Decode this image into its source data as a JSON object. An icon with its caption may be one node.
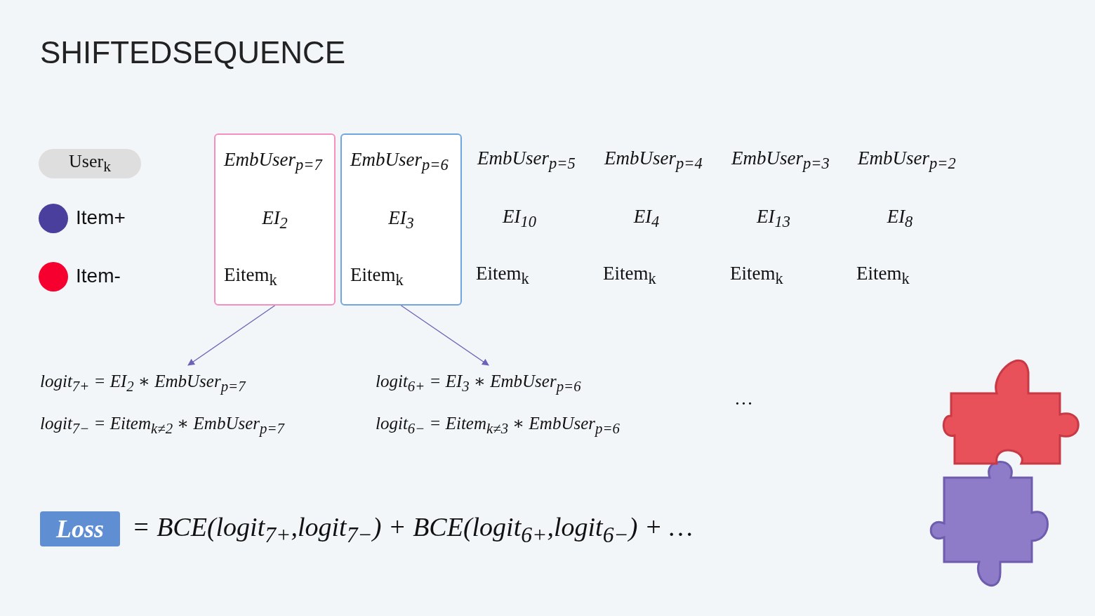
{
  "diagram": {
    "title": "SHIFTEDSEQUENCE",
    "nodes": [
      {
        "text": [
          "User$_{k}$"
        ]
      },
      {
        "text": [
          "EmbUser$_{p=7}$",
          "EI$_{2}$",
          "Eitem$_{k}$"
        ]
      },
      {
        "text": [
          "EmbUser$_{p=6}$",
          "EI$_{3}$",
          "Eitem$_{k}$"
        ]
      },
      {
        "text": [
          "logit$_{7+}$ = EI$_{2}$ ∗ EmbUser$_{p=7}$",
          "logit$_{7−}$ = Eitem$_{k≠2}$ ∗ EmbUser$_{p=7}$"
        ]
      },
      {
        "text": [
          "logit$_{6+}$ = EI$_{3}$ ∗ EmbUser$_{p=6}$",
          "logit$_{6−}$ = Eitem$_{k≠3}$ ∗ EmbUser$_{p=6}$"
        ]
      },
      {
        "text": [
          "Loss"
        ]
      }
    ],
    "edges": [
      {
        "from": 1,
        "to": 3,
        "arrow": "to"
      },
      {
        "from": 2,
        "to": 4,
        "arrow": "to"
      }
    ],
    "labels": [
      "EmbUser$_{p=5}$",
      "EmbUser$_{p=4}$",
      "EmbUser$_{p=3}$",
      "EmbUser$_{p=2}$",
      "EI$_{10}$",
      "EI$_{4}$",
      "EI$_{13}$",
      "EI$_{8}$",
      "Eitem$_{k}$",
      "Eitem$_{k}$",
      "Eitem$_{k}$",
      "Eitem$_{k}$",
      "…",
      "= BCE(logit$_{7+}$,logit$_{7−}$) + BCE(logit$_{6+}$,logit$_{6−}$) +  …"
    ],
    "legend": [
      {
        "text": "Item+",
        "color": "#4b3f9e"
      },
      {
        "text": "Item-",
        "color": "#f5002f"
      }
    ]
  }
}
